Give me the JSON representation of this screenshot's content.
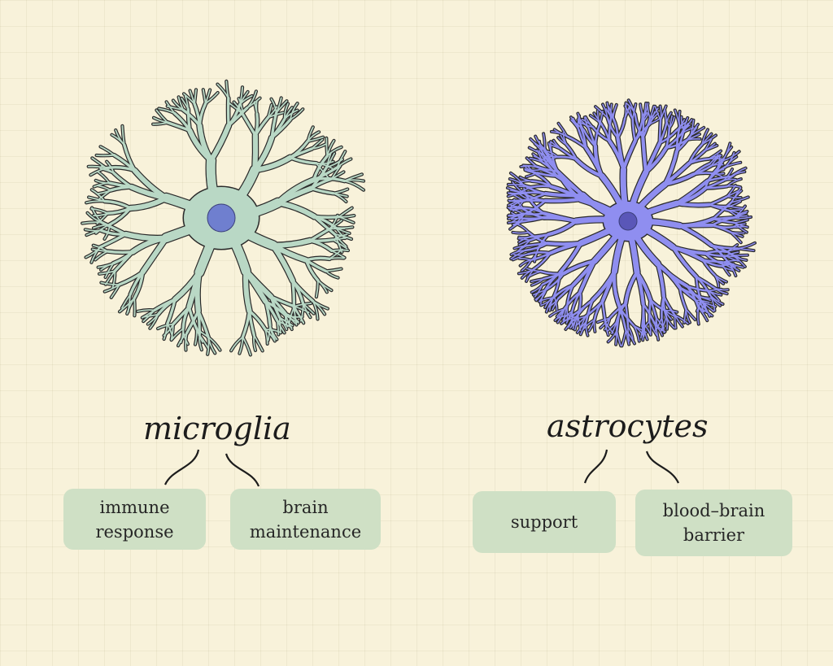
{
  "cells": [
    {
      "name": "microglia",
      "label": "microglia",
      "color": "#b9d8c5",
      "nucleus_color": "#6f7fcf",
      "functions": [
        "immune\nresponse",
        "brain\nmaintenance"
      ]
    },
    {
      "name": "astrocytes",
      "label": "astrocytes",
      "color": "#8f8ef0",
      "nucleus_color": "#5a57b8",
      "functions": [
        "support",
        "blood–brain\nbarrier"
      ]
    }
  ],
  "colors": {
    "background": "#f8f2da",
    "tag": "#cfe0c5",
    "outline": "#2a2a2a"
  }
}
